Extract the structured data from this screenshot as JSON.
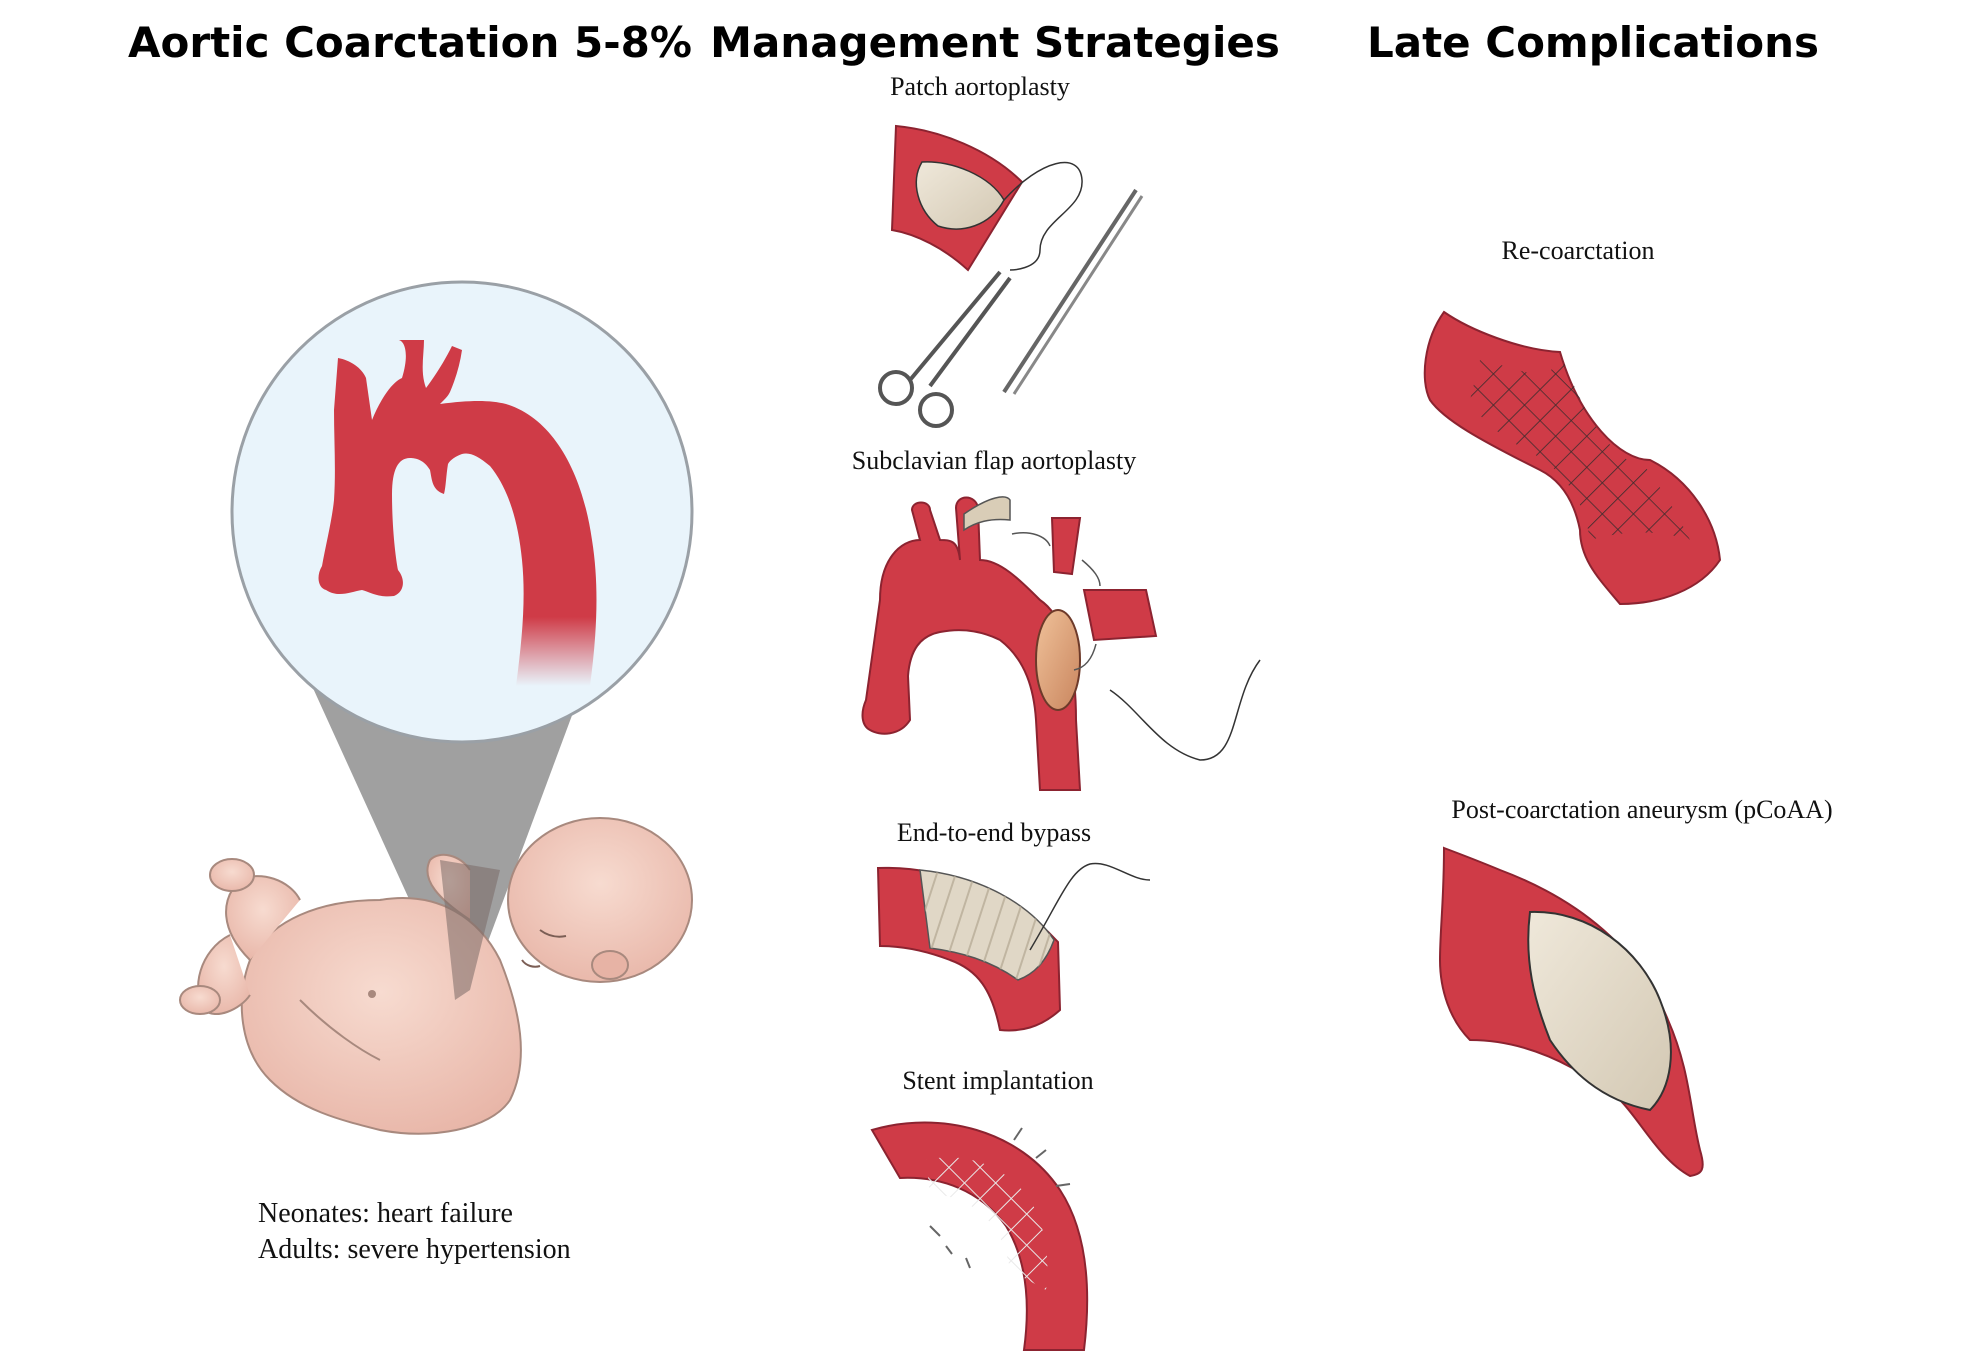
{
  "columns": {
    "left": {
      "title": "Aortic Coarctation 5-8%"
    },
    "middle": {
      "title": "Management Strategies"
    },
    "right": {
      "title": "Late Complications"
    }
  },
  "strategies": [
    {
      "label": "Patch aortoplasty"
    },
    {
      "label": "Subclavian flap aortoplasty"
    },
    {
      "label": "End-to-end bypass"
    },
    {
      "label": "Stent implantation"
    }
  ],
  "complications": [
    {
      "label": "Re-coarctation"
    },
    {
      "label": "Post-coarctation aneurysm (pCoAA)"
    }
  ],
  "presentation": {
    "line1": "Neonates: heart failure",
    "line2": "Adults: severe hypertension"
  },
  "colors": {
    "aorta_red": "#cf3b47",
    "aorta_dark": "#a62a35",
    "patch_beige": "#e0d7c6",
    "circle_fill": "#e9f4fb",
    "cone_gray": "#9a9a9a",
    "skin": "#f2cbbf",
    "skin_shadow": "#e0ada0"
  }
}
